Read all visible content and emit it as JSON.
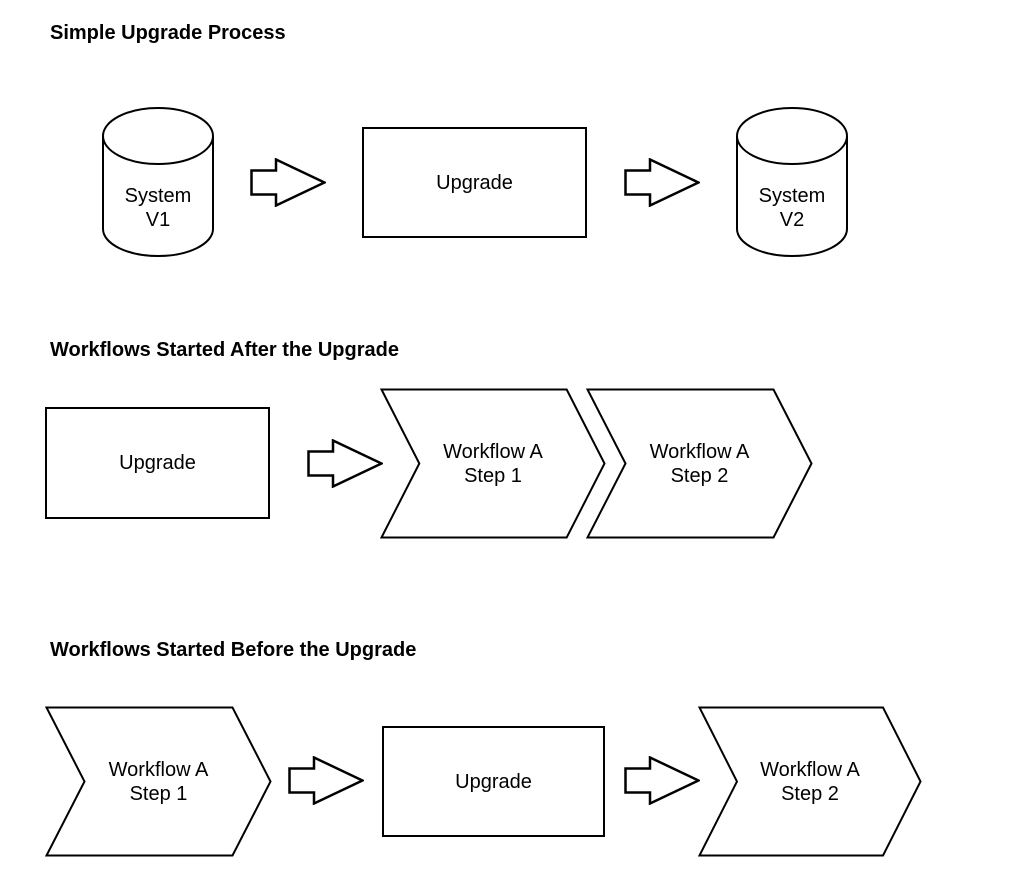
{
  "diagram": {
    "background": "#ffffff",
    "stroke_color": "#000000",
    "text_color": "#000000"
  },
  "sections": [
    {
      "title": "Simple Upgrade Process",
      "shapes": [
        {
          "type": "cylinder",
          "label": "System\nV1"
        },
        {
          "type": "block-arrow",
          "label": ""
        },
        {
          "type": "rectangle",
          "label": "Upgrade"
        },
        {
          "type": "block-arrow",
          "label": ""
        },
        {
          "type": "cylinder",
          "label": "System\nV2"
        }
      ]
    },
    {
      "title": "Workflows Started After the Upgrade",
      "shapes": [
        {
          "type": "rectangle",
          "label": "Upgrade"
        },
        {
          "type": "block-arrow",
          "label": ""
        },
        {
          "type": "chevron",
          "label": "Workflow A\nStep 1"
        },
        {
          "type": "chevron",
          "label": "Workflow A\nStep 2"
        }
      ]
    },
    {
      "title": "Workflows Started Before the Upgrade",
      "shapes": [
        {
          "type": "chevron",
          "label": "Workflow A\nStep 1"
        },
        {
          "type": "block-arrow",
          "label": ""
        },
        {
          "type": "rectangle",
          "label": "Upgrade"
        },
        {
          "type": "block-arrow",
          "label": ""
        },
        {
          "type": "chevron",
          "label": "Workflow A\nStep 2"
        }
      ]
    }
  ]
}
